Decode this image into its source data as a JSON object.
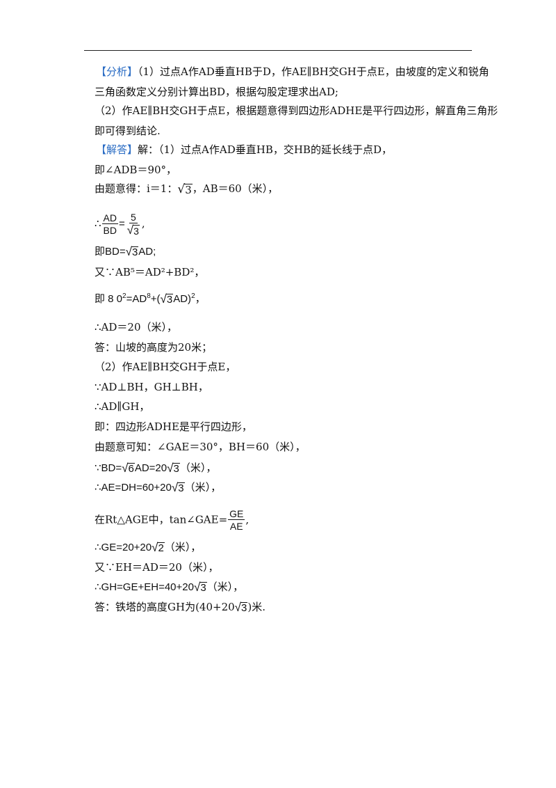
{
  "analysis": {
    "tag": "【分析】",
    "line1": "（1）过点A作AD垂直HB于D，作AE∥BH交GH于点E，由坡度的定义和锐角",
    "line2": "三角函数定义分别计算出BD，根据勾股定理求出AD;",
    "line3": "（2）作AE∥BH交GH于点E，根据题意得到四边形ADHE是平行四边形，解直角三角形",
    "line4": "即可得到结论."
  },
  "answer": {
    "tag": "【解答】",
    "intro": "解：（1）过点A作AD垂直HB，交HB的延长线于点D，",
    "l1": "即∠ADB＝90°，",
    "l2_pre": "由题意得：i＝1：",
    "l2_rad": "3",
    "l2_post": "，AB＝60（米），",
    "l3_pre": "∴",
    "l3_num": "AD",
    "l3_den": "BD",
    "l3_eq": "=",
    "l3_fnum": "5",
    "l3_fden": "3",
    "l3_post": ",",
    "l4_pre": "即BD=",
    "l4_rad": "3",
    "l4_post": "AD;",
    "l5": "又∵AB⁵＝AD²+BD²，",
    "l6_pre": "即 8 0",
    "l6_mid": "=AD",
    "l6_sup8": "8",
    "l6_plus": "+(",
    "l6_rad": "3",
    "l6_after": "AD)",
    "l6_sup2": "2",
    "l6_post": "，",
    "l7": "∴AD＝20（米），",
    "l8": "答：山坡的高度为20米；",
    "l9": "（2）作AE∥BH交GH于点E，",
    "l10": "∵AD⊥BH，GH⊥BH，",
    "l11": "∴AD∥GH，",
    "l12": "即：四边形ADHE是平行四边形，",
    "l13": "由题意可知：∠GAE＝30°，BH＝60（米），",
    "l14_pre": "∵BD=",
    "l14_rad1": "6",
    "l14_mid": "AD=20",
    "l14_rad2": "3",
    "l14_post": "（米），",
    "l15_pre": "∴AE=DH=60+20",
    "l15_rad": "3",
    "l15_post": "（米），",
    "l16_pre": "在Rt△AGE中，tan∠GAE=",
    "l16_num": "GE",
    "l16_den": "AE",
    "l16_post": ",",
    "l17_pre": "∴GE=20+20",
    "l17_rad": "2",
    "l17_post": "（米），",
    "l18": "又∵EH＝AD＝20（米），",
    "l19_pre": "∴GH=GE+EH=40+20",
    "l19_rad": "3",
    "l19_post": "（米），",
    "l20_pre": "答：铁塔的高度GH为(40+20",
    "l20_rad": "3",
    "l20_post": ")米."
  }
}
